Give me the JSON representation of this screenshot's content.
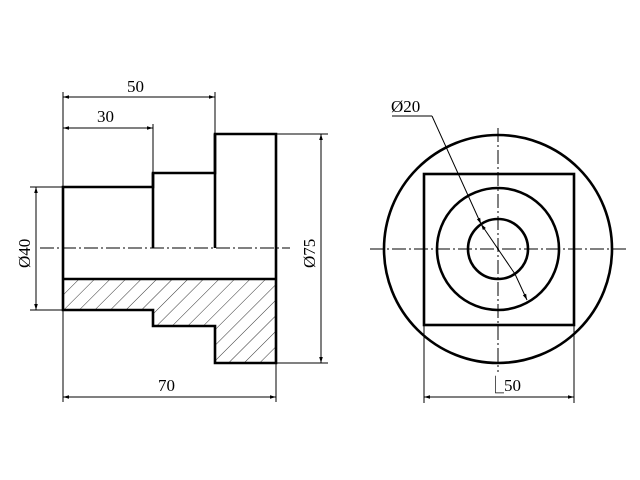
{
  "dimensions": {
    "len_50_top": "50",
    "len_30": "30",
    "dia_40": "Ø40",
    "dia_75": "Ø75",
    "len_70": "70",
    "dia_20": "Ø20",
    "square_50": "⎿50"
  },
  "colors": {
    "line": "#000000",
    "background": "#ffffff"
  }
}
